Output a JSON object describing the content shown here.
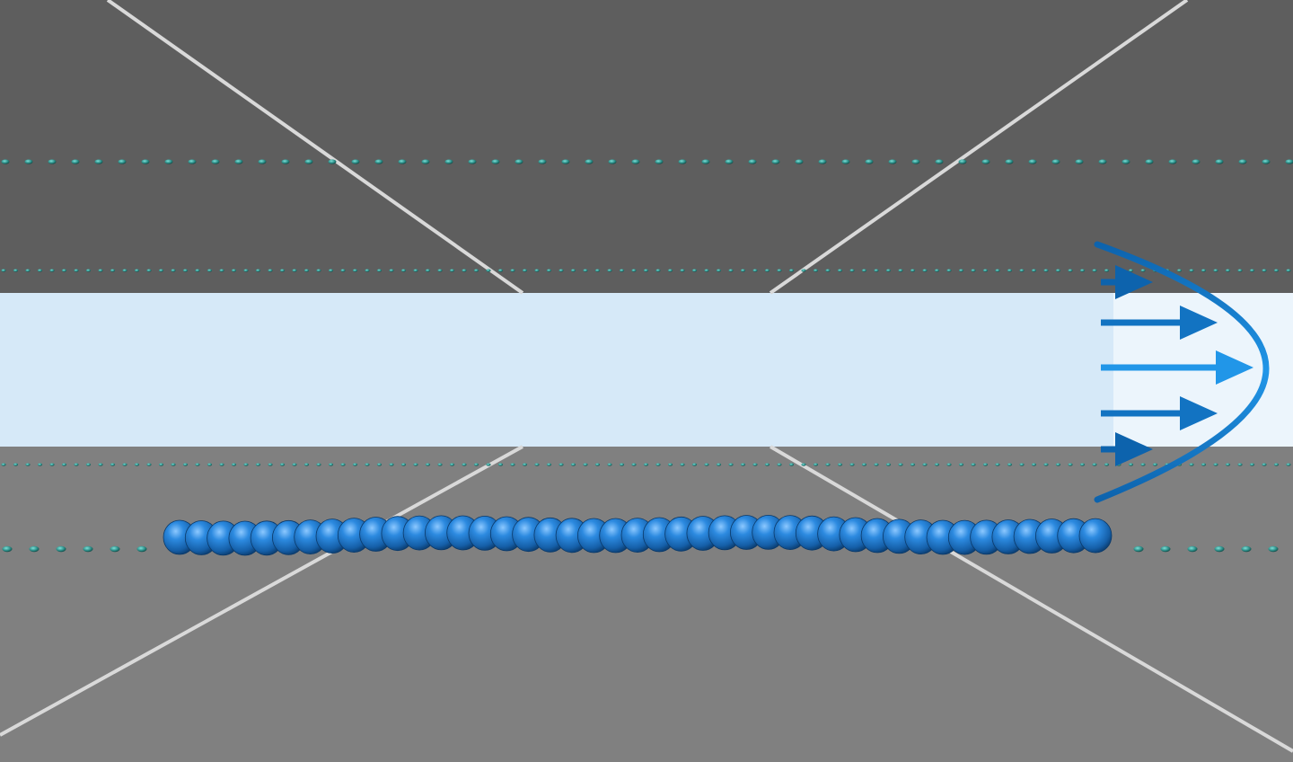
{
  "scene": {
    "description_visible_text": "",
    "colors": {
      "upper_wall": "#5e5e5e",
      "lower_wall": "#808080",
      "channel_fluid": "#d6e9f8",
      "perspective_edges": "#d9d9d9",
      "wall_particles": "#2a8c86",
      "polymer_beads": "#1f78c4",
      "flow_arrows_outer": "#0d63ad",
      "flow_arrows_center": "#2196e8",
      "velocity_profile": "#1a86d6"
    },
    "upper_particle_rows": 2,
    "lower_particle_rows": 2,
    "polymer_bead_count": 43,
    "flow_arrow_count": 5,
    "icons": [
      "flow-profile-parabola",
      "flow-velocity-arrow",
      "polymer-chain"
    ]
  }
}
